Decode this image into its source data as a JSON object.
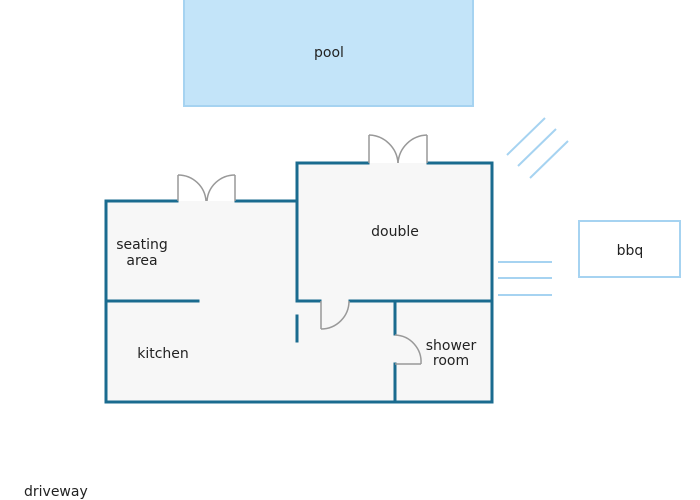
{
  "labels": {
    "pool": "pool",
    "bbq": "bbq",
    "double": "double",
    "seating_line1": "seating",
    "seating_line2": "area",
    "kitchen": "kitchen",
    "shower_line1": "shower",
    "shower_line2": "room",
    "driveway": "driveway"
  },
  "colors": {
    "wall": "#1a6b8f",
    "floor": "#f7f7f7",
    "pool_fill": "#c3e4f9",
    "pool_stroke": "#a6d3f1",
    "bbq_stroke": "#a6d3f1",
    "accent_lines": "#a6d3f1",
    "door": "#999999",
    "text": "#222222"
  },
  "icons": {
    "double_door": "double-door-swing-icon",
    "single_door": "single-door-swing-icon"
  }
}
